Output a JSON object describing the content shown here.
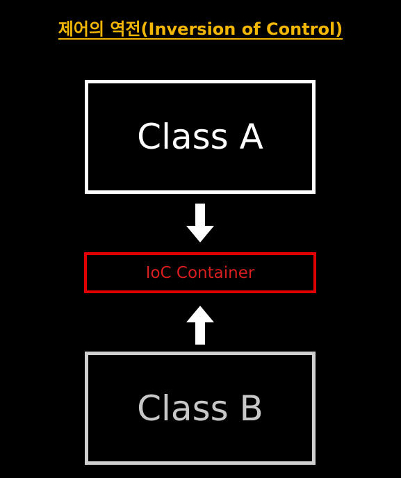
{
  "title": "제어의 역전(Inversion of Control)",
  "nodes": {
    "class_a": "Class A",
    "ioc_container": "IoC Container",
    "class_b": "Class B"
  },
  "edges": [
    {
      "from": "Class A",
      "to": "IoC Container",
      "direction": "down"
    },
    {
      "from": "Class B",
      "to": "IoC Container",
      "direction": "up"
    }
  ],
  "colors": {
    "background": "#000000",
    "title": "#f2b705",
    "class_a": "#ffffff",
    "ioc_container": "#e00000",
    "class_b": "#cfcfcf"
  }
}
